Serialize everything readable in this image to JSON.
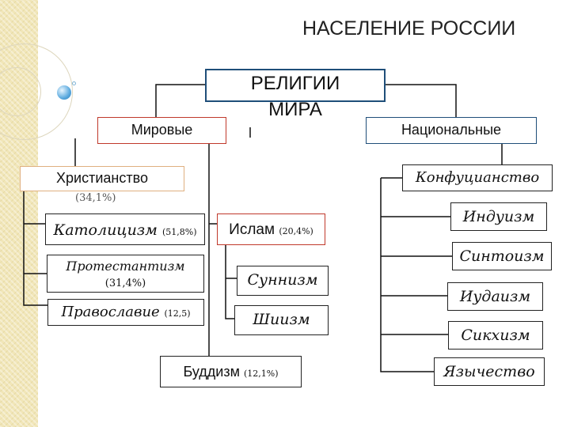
{
  "title": "НАСЕЛЕНИЕ РОССИИ",
  "root": {
    "line1": "РЕЛИГИИ",
    "line2": "МИРА"
  },
  "world": {
    "label": "Мировые",
    "christianity": {
      "label": "Христианство",
      "pct": "(34,1%)"
    },
    "catholicism": {
      "label": "Католицизм",
      "pct": "(51,8%)"
    },
    "protestantism": {
      "label": "Протестантизм",
      "pct": "(31,4%)"
    },
    "orthodoxy": {
      "label": "Православие",
      "pct": "(12,5)"
    },
    "islam": {
      "label": "Ислам",
      "pct": "(20,4%)"
    },
    "sunnism": {
      "label": "Суннизм"
    },
    "shiism": {
      "label": "Шиизм"
    },
    "buddhism": {
      "label": "Буддизм",
      "pct": "(12,1%)"
    }
  },
  "national": {
    "label": "Национальные",
    "items": [
      "Конфуцианство",
      "Индуизм",
      "Синтоизм",
      "Иудаизм",
      "Сикхизм",
      "Язычество"
    ]
  },
  "colors": {
    "accent_red": "#c0392b",
    "node_blue": "#1f4e79",
    "text_dark": "#111111",
    "decor_bg": "#f1e6b8"
  }
}
